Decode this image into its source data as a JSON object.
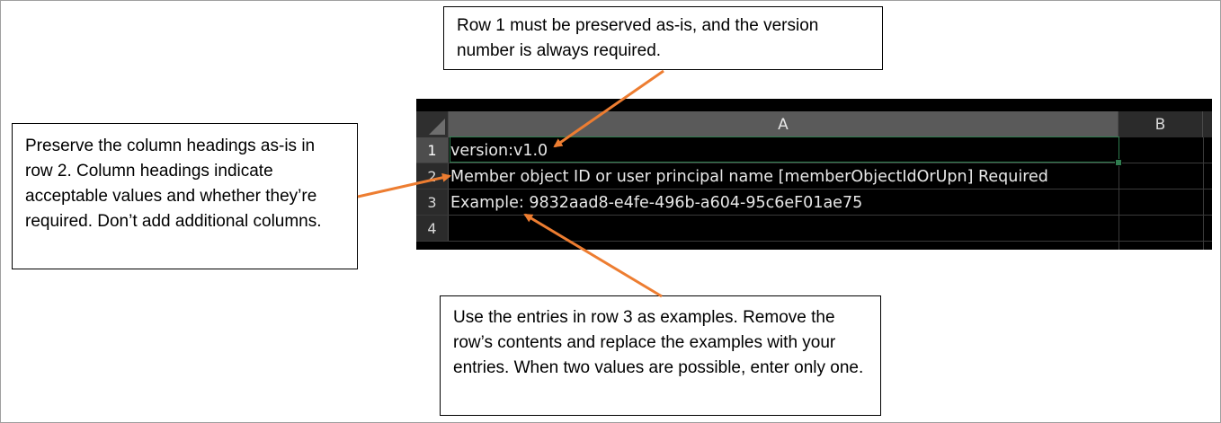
{
  "callouts": {
    "top": "Row 1 must be preserved as-is, and the version number is always required.",
    "left": "Preserve the column headings as-is in row 2. Column headings indicate acceptable values and whether they’re required. Don’t add additional columns.",
    "bottom": "Use the entries in row 3 as examples. Remove the row’s contents and replace the examples with your entries. When two values are possible, enter only one."
  },
  "spreadsheet": {
    "columns": [
      "A",
      "B"
    ],
    "selected_column": "A",
    "selected_row": "1",
    "rows": [
      {
        "number": "1",
        "a": "version:v1.0"
      },
      {
        "number": "2",
        "a": "Member object ID or user principal name [memberObjectIdOrUpn] Required"
      },
      {
        "number": "3",
        "a": "Example: 9832aad8-e4fe-496b-a604-95c6eF01ae75"
      },
      {
        "number": "4",
        "a": ""
      }
    ]
  },
  "colors": {
    "arrow": "#ed7d31",
    "selection": "#2f7d4f",
    "sheet_background": "#000000"
  }
}
